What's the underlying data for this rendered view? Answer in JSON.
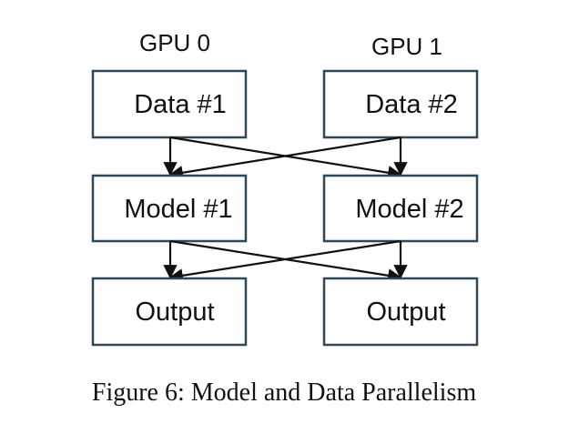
{
  "columns": [
    {
      "gpu_label": "GPU 0",
      "data_box": "Data #1",
      "model_box": "Model #1",
      "output_box": "Output"
    },
    {
      "gpu_label": "GPU 1",
      "data_box": "Data #2",
      "model_box": "Model #2",
      "output_box": "Output"
    }
  ],
  "caption": "Figure 6: Model and Data Parallelism",
  "colors": {
    "box_border": "#2f4858",
    "arrow": "#111111",
    "text": "#111111"
  }
}
